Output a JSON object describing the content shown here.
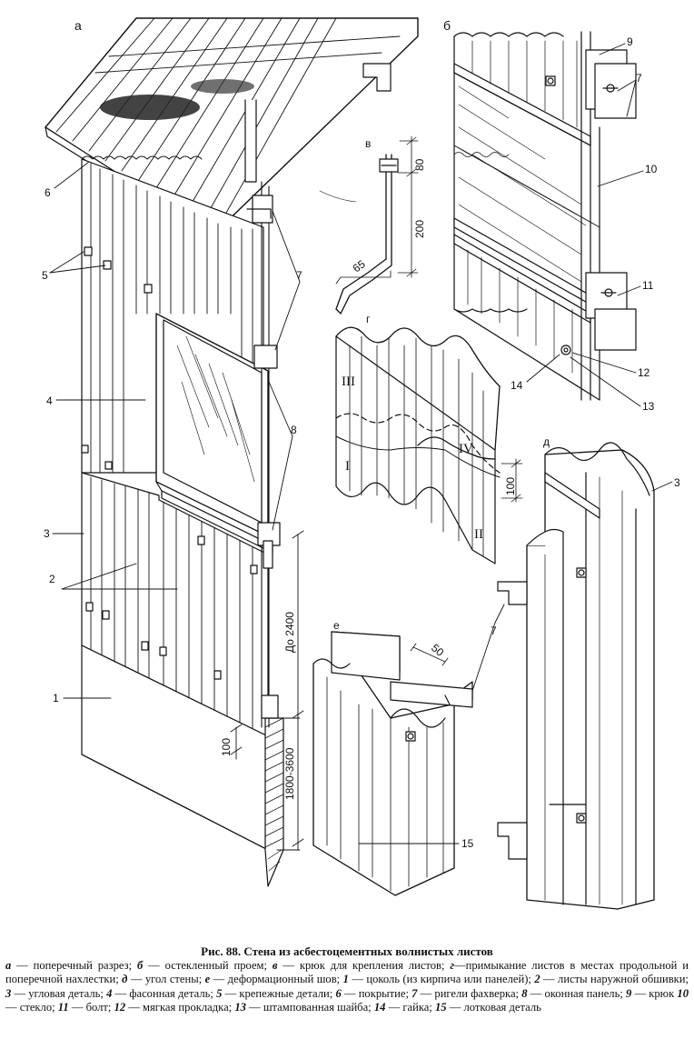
{
  "labels": {
    "view_a": "а",
    "view_b": "б",
    "view_v": "в",
    "view_g": "г",
    "view_d": "д",
    "view_e": "е",
    "n1": "1",
    "n2": "2",
    "n3a": "3",
    "n3d": "3",
    "n4": "4",
    "n5": "5",
    "n6": "6",
    "n7a": "7",
    "n7b": "7",
    "n7e": "7",
    "n8": "8",
    "n9": "9",
    "n10": "10",
    "n11": "11",
    "n12": "12",
    "n13": "13",
    "n14": "14",
    "n15": "15",
    "roman_1": "I",
    "roman_2": "II",
    "roman_3": "III",
    "roman_4": "IV"
  },
  "dimensions": {
    "d80": "80",
    "d200": "200",
    "d65": "65",
    "d100_g": "100",
    "d50": "50",
    "d2400": "До 2400",
    "d100_a": "100",
    "d1800": "1800-3600"
  },
  "caption": {
    "title": "Рис. 88. Стена из асбестоцементных волнистых листов",
    "items": [
      {
        "key": "а",
        "text": " — поперечный разрез; "
      },
      {
        "key": "б",
        "text": " — остекленный проем; "
      },
      {
        "key": "в",
        "text": " — крюк для крепления листов; "
      },
      {
        "key": "г",
        "text": "—примыкание листов в местах продольной и поперечной нахлестки; "
      },
      {
        "key": "д",
        "text": " — угол стены; "
      },
      {
        "key": "е",
        "text": " — деформационный шов; "
      },
      {
        "key": "1",
        "text": " — цоколь (из кирпича или панелей); "
      },
      {
        "key": "2",
        "text": " — листы наружной обшивки; "
      },
      {
        "key": "3",
        "text": " — угловая деталь; "
      },
      {
        "key": "4",
        "text": " — фасонная деталь; "
      },
      {
        "key": "5",
        "text": " — крепежные детали; "
      },
      {
        "key": "6",
        "text": " — покрытие; "
      },
      {
        "key": "7",
        "text": " — ригели фахверка; "
      },
      {
        "key": "8",
        "text": " — оконная панель; "
      },
      {
        "key": "9",
        "text": " — крюк "
      },
      {
        "key": "10",
        "text": " — стекло; "
      },
      {
        "key": "11",
        "text": " — болт; "
      },
      {
        "key": "12",
        "text": " — мягкая прокладка; "
      },
      {
        "key": "13",
        "text": " — штампованная шайба; "
      },
      {
        "key": "14",
        "text": " — гайка; "
      },
      {
        "key": "15",
        "text": " — лотковая деталь"
      }
    ]
  }
}
